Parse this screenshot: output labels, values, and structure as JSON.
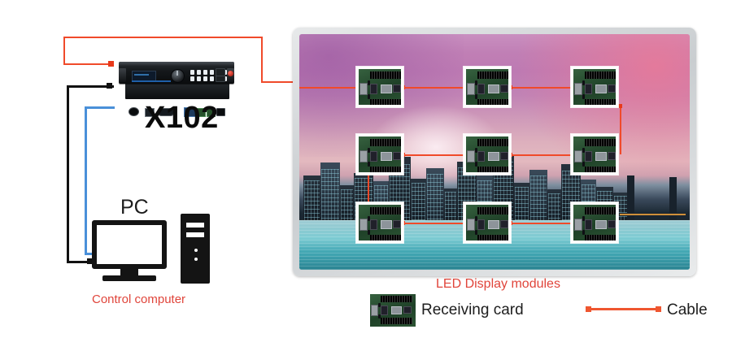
{
  "diagram": {
    "title_device": "X102",
    "pc_label": "PC",
    "control_computer_label": "Control computer",
    "led_modules_label": "LED Display modules",
    "legend": {
      "receiving_card_label": "Receiving card",
      "cable_label": "Cable",
      "receiving_card_icon": "receiving-card-icon",
      "cable_icon": "cable-line-icon"
    },
    "colors": {
      "cable_red": "#f04a2a",
      "cable_black": "#111111",
      "cable_blue": "#4a90d9",
      "label_red": "#e0453b",
      "legend_orange": "#ef5630",
      "panel_bezel": "#d8dcde"
    },
    "receiving_cards": {
      "rows": 3,
      "columns": 3,
      "total": 9,
      "chain_order": "row1 left-to-right, down on right, row2 right-to-left, down on left, row3 left-to-right"
    },
    "cards": [
      {
        "id": "card-r1c1",
        "row": 1,
        "col": 1
      },
      {
        "id": "card-r1c2",
        "row": 1,
        "col": 2
      },
      {
        "id": "card-r1c3",
        "row": 1,
        "col": 3
      },
      {
        "id": "card-r2c1",
        "row": 2,
        "col": 1
      },
      {
        "id": "card-r2c2",
        "row": 2,
        "col": 2
      },
      {
        "id": "card-r2c3",
        "row": 2,
        "col": 3
      },
      {
        "id": "card-r3c1",
        "row": 3,
        "col": 1
      },
      {
        "id": "card-r3c2",
        "row": 3,
        "col": 2
      },
      {
        "id": "card-r3c3",
        "row": 3,
        "col": 3
      }
    ]
  }
}
